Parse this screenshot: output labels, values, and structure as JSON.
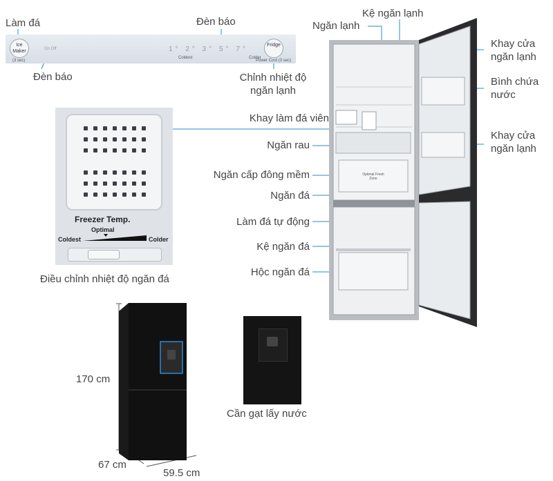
{
  "control_panel": {
    "ice_maker_button": "Ice Maker",
    "ice_maker_hold": "(3 sec)",
    "fridge_button": "Fridge",
    "power_cool_hold": "Power Cool (3 sec)",
    "coldest": "Coldest",
    "colder": "Colder",
    "temps": "1° 2° 3° 5° 7°",
    "indicator_off": "On Off"
  },
  "labels": {
    "lam_da": "Làm đá",
    "den_bao_left": "Đèn báo",
    "den_bao_top": "Đèn báo",
    "chinh_nhiet_do": "Chỉnh nhiệt độ ngăn lạnh",
    "ngan_lanh": "Ngăn lạnh",
    "ke_ngan_lanh": "Kệ ngăn lạnh",
    "khay_cua_top": "Khay cửa ngăn lạnh",
    "binh_chua_nuoc": "Bình chứa nước",
    "khay_lam_da_vien": "Khay làm đá viên",
    "ngan_rau": "Ngăn rau",
    "khay_cua_mid": "Khay cửa ngăn lạnh",
    "ngan_cap_dong_mem": "Ngăn cấp đông mềm",
    "ngan_da": "Ngăn đá",
    "lam_da_tu_dong": "Làm đá tự động",
    "ke_ngan_da": "Kệ ngăn đá",
    "hoc_ngan_da": "Hộc ngăn đá",
    "dieu_chinh_nhiet_do": "Điều chỉnh nhiệt độ ngăn đá",
    "can_gat": "Cần gạt lấy nước",
    "height": "170 cm",
    "depth": "67 cm",
    "width": "59.5 cm"
  },
  "freezer_panel": {
    "title": "Freezer Temp.",
    "optimal": "Optimal",
    "coldest": "Coldest",
    "colder": "Colder"
  },
  "fridge_inner": {
    "optimal_fresh": "Optimal Fresh Zone"
  }
}
